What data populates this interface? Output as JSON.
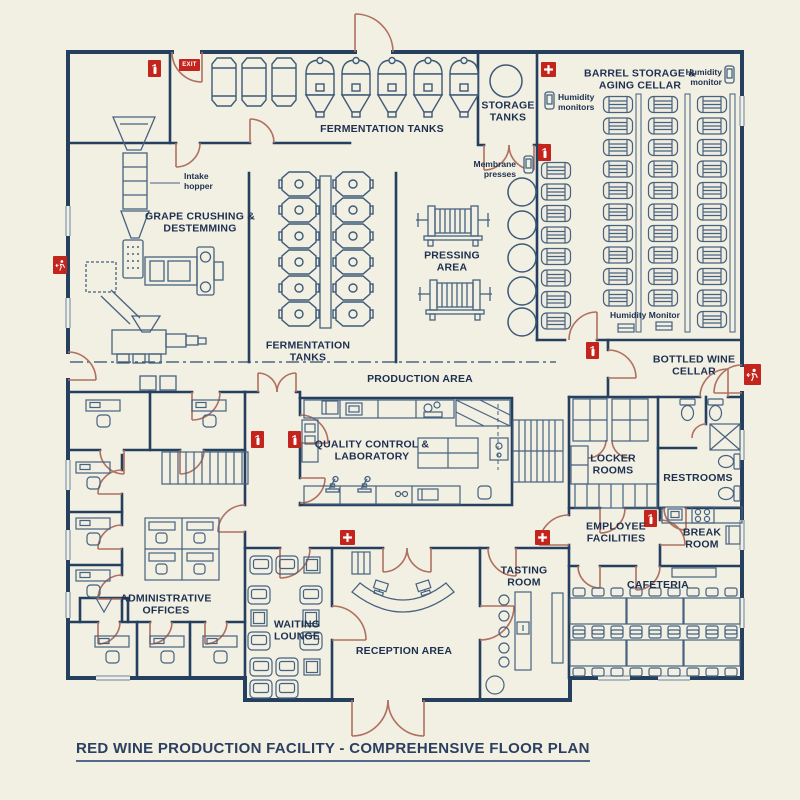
{
  "title": "RED WINE PRODUCTION FACILITY - COMPREHENSIVE FLOOR PLAN",
  "colors": {
    "background": "#f2efe3",
    "wall": "#24405e",
    "fixture": "#4a6684",
    "door_arc": "#b0705f",
    "alert_red": "#c3241c",
    "label_text": "#1d3050"
  },
  "rooms": {
    "fermentation_tanks_top": "FERMENTATION TANKS",
    "storage_tanks": "STORAGE TANKS",
    "barrel_storage": "BARREL STORAGE & AGING CELLAR",
    "grape_crushing": "GRAPE CRUSHING & DESTEMMING",
    "pressing_area": "PRESSING AREA",
    "fermentation_tanks_mid": "FERMENTATION TANKS",
    "production_area": "PRODUCTION AREA",
    "bottled_wine_cellar": "BOTTLED WINE CELLAR",
    "quality_control": "QUALITY CONTROL & LABORATORY",
    "locker_rooms": "LOCKER ROOMS",
    "restrooms": "RESTROOMS",
    "employee_facilities": "EMPLOYEE FACILITIES",
    "break_room": "BREAK ROOM",
    "cafeteria": "CAFETERIA",
    "administrative_offices": "ADMINISTRATIVE OFFICES",
    "waiting_lounge": "WAITING LOUNGE",
    "reception_area": "RECEPTION AREA",
    "tasting_room": "TASTING ROOM"
  },
  "annotations": {
    "intake_hopper": "Intake hopper",
    "membrane_presses": "Membrane presses",
    "humidity_monitors": "Humidity monitors",
    "humidity_monitor": "Humidity monitor",
    "humidity_monitor_wall": "Humidity Monitor",
    "exit_sign": "EXIT"
  }
}
